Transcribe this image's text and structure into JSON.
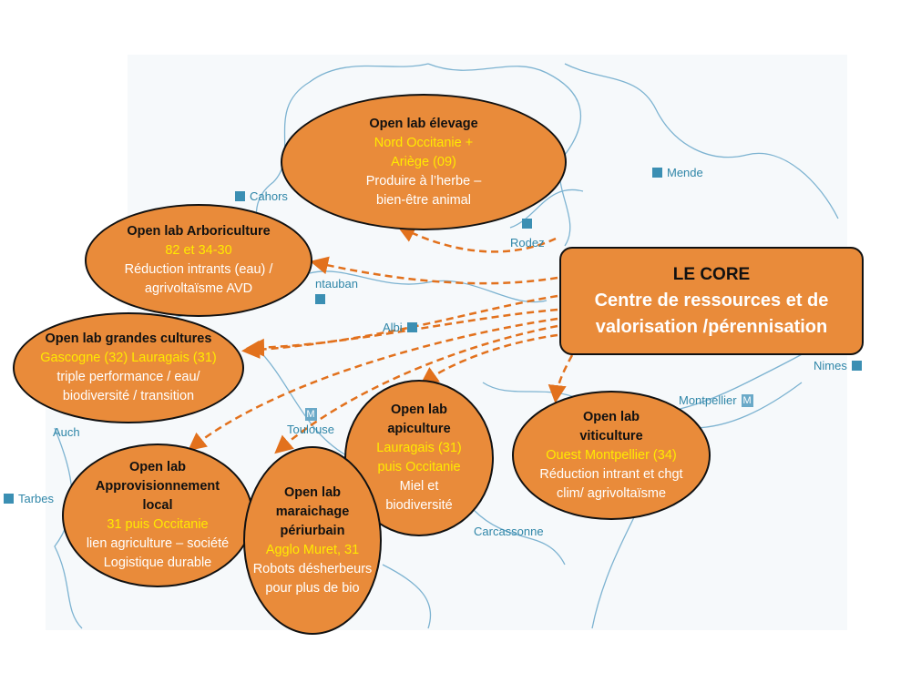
{
  "colors": {
    "lab_fill": "#e98b3a",
    "region_text": "#ffea00",
    "map_line": "#6fa9c9",
    "arrow": "#e2711d"
  },
  "cities": {
    "mende": "Mende",
    "cahors": "Cahors",
    "rodez": "Rodez",
    "montauban": "ntauban",
    "albi": "Albi",
    "auch": "Auch",
    "toulouse": "Toulouse",
    "tarbes": "Tarbes",
    "carcassonne": "Carcassonne",
    "montpellier": "Montpellier",
    "nimes": "Nimes",
    "metro_glyph": "M"
  },
  "core": {
    "title": "LE CORE",
    "line1": "Centre de ressources et de",
    "line2": "valorisation  /pérennisation"
  },
  "labs": {
    "elevage": {
      "title": "Open lab élevage",
      "region": [
        "Nord Occitanie +",
        "Ariège (09)"
      ],
      "desc": [
        "Produire à l’herbe –",
        "bien-être animal"
      ]
    },
    "arbo": {
      "title": "Open lab Arboriculture",
      "region": [
        "82 et 34-30"
      ],
      "desc": [
        "Réduction intrants (eau) /",
        "agrivoltaïsme AVD"
      ]
    },
    "gc": {
      "title": "Open lab grandes cultures",
      "region": [
        "Gascogne (32) Lauragais (31)"
      ],
      "desc": [
        "triple performance / eau/",
        "biodiversité / transition"
      ]
    },
    "api": {
      "title": [
        "Open lab",
        "apiculture"
      ],
      "region": [
        "Lauragais (31)",
        "puis Occitanie"
      ],
      "desc": [
        "Miel et",
        "biodiversité"
      ]
    },
    "viti": {
      "title": [
        "Open lab",
        "viticulture"
      ],
      "region": [
        "Ouest Montpellier (34)"
      ],
      "desc": [
        "Réduction intrant et chgt",
        "clim/ agrivoltaïsme"
      ]
    },
    "appro": {
      "title": [
        "Open lab",
        "Approvisionnement",
        "local"
      ],
      "region": [
        "31 puis Occitanie"
      ],
      "desc": [
        "lien agriculture – société",
        "Logistique durable"
      ]
    },
    "mara": {
      "title": [
        "Open lab",
        "maraichage",
        "périurbain"
      ],
      "region": [
        "Agglo Muret,  31"
      ],
      "desc": [
        "Robots désherbeurs",
        "pour plus de bio"
      ]
    }
  }
}
